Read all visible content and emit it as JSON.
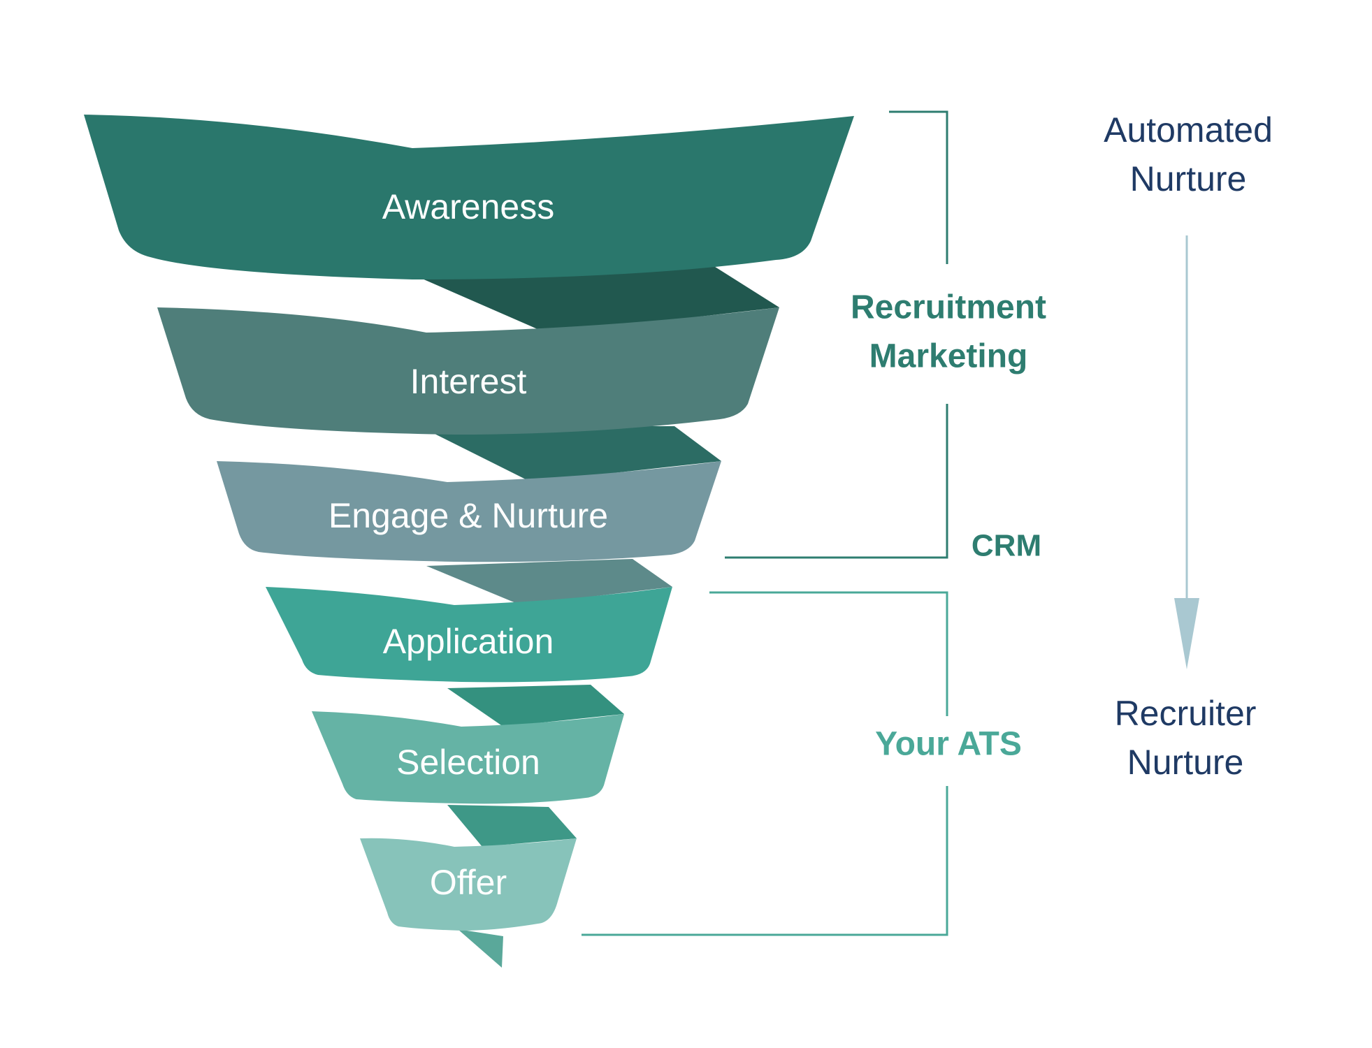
{
  "funnel": {
    "stages": [
      {
        "label": "Awareness",
        "color": "#2a776c",
        "twist_color": "#21584f"
      },
      {
        "label": "Interest",
        "color": "#4f7e7a",
        "twist_color": "#2c6c64"
      },
      {
        "label": "Engage & Nurture",
        "color": "#7598a0",
        "twist_color": "#5d8a8a"
      },
      {
        "label": "Application",
        "color": "#3ea596",
        "twist_color": "#34917f"
      },
      {
        "label": "Selection",
        "color": "#65b3a5",
        "twist_color": "#3e9887"
      },
      {
        "label": "Offer",
        "color": "#87c3ba",
        "twist_color": "#5aa89a"
      }
    ]
  },
  "brackets": {
    "recruitment_marketing": {
      "line1": "Recruitment",
      "line2": "Marketing",
      "color": "#2e7d70"
    },
    "crm": {
      "label": "CRM",
      "color": "#2e7d70"
    },
    "ats": {
      "label": "Your ATS",
      "color": "#4aa898"
    }
  },
  "nurture": {
    "automated": {
      "line1": "Automated",
      "line2": "Nurture"
    },
    "recruiter": {
      "line1": "Recruiter",
      "line2": "Nurture"
    },
    "text_color": "#1f3a64",
    "arrow_color": "#a9c8d1"
  }
}
